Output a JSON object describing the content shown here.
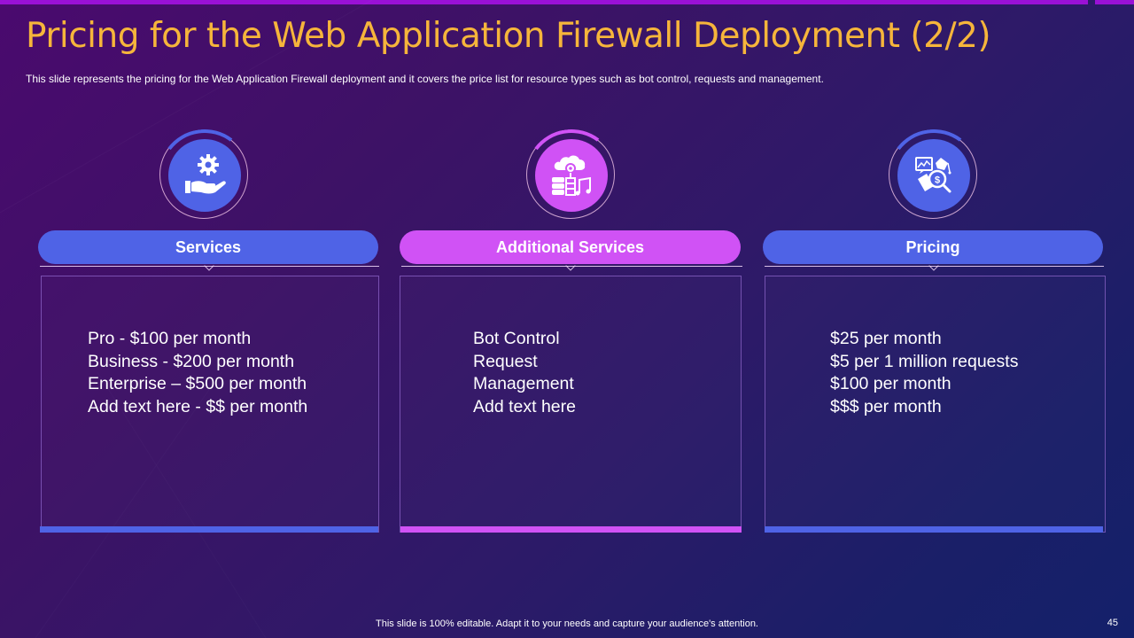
{
  "slide": {
    "title": "Pricing for the Web Application Firewall Deployment (2/2)",
    "subtitle": "This slide represents the pricing for the Web Application Firewall deployment and it covers the price list for resource types such as bot control, requests and management.",
    "footer": "This slide is 100% editable. Adapt it to your needs and capture your audience's attention.",
    "page_number": "45"
  },
  "colors": {
    "title": "#f6b53b",
    "blue_accent": "#4f63e6",
    "pink_accent": "#d052f5",
    "top_bar": "#9a11d6"
  },
  "columns": [
    {
      "header": "Services",
      "icon": "hand-gear-icon",
      "accent": "#4f63e6",
      "items": [
        "Pro - $100 per month",
        "Business - $200 per month",
        "Enterprise – $500 per month",
        "Add  text here - $$ per month"
      ]
    },
    {
      "header": "Additional Services",
      "icon": "cloud-server-icon",
      "accent": "#d052f5",
      "items": [
        "Bot Control",
        "Request",
        "Management",
        "Add  text here"
      ]
    },
    {
      "header": "Pricing",
      "icon": "pricing-analysis-icon",
      "accent": "#4f63e6",
      "items": [
        "$25 per month",
        "$5 per 1 million  requests",
        "$100 per month",
        "$$$ per month"
      ]
    }
  ]
}
